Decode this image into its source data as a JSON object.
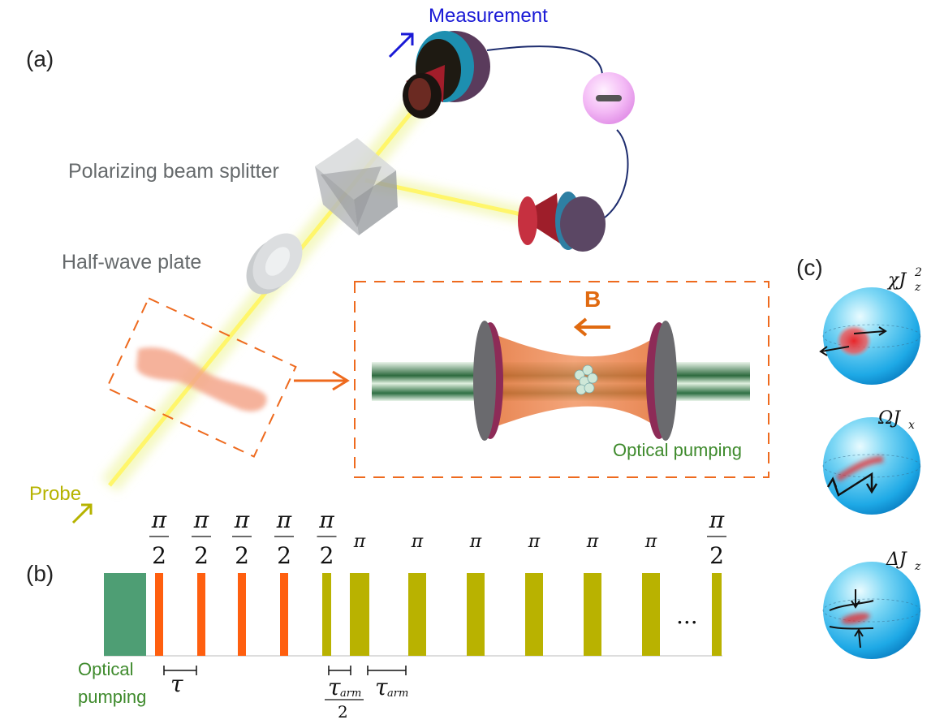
{
  "panels": {
    "a": "(a)",
    "b": "(b)",
    "c": "(c)"
  },
  "setup": {
    "measurement": "Measurement",
    "beam_splitter": "Polarizing beam splitter",
    "half_wave_plate": "Half-wave plate",
    "probe": "Probe",
    "field": "B",
    "optical_pumping": "Optical pumping"
  },
  "sequence": {
    "pi": "π",
    "two": "2",
    "ellipsis": "...",
    "tau": "τ",
    "tau_arm_sub": "arm",
    "optical_pumping_line1": "Optical",
    "optical_pumping_line2": "pumping",
    "pulses": [
      {
        "kind": "pump",
        "label": ""
      },
      {
        "kind": "orange",
        "label": "π/2"
      },
      {
        "kind": "orange",
        "label": "π/2"
      },
      {
        "kind": "orange",
        "label": "π/2"
      },
      {
        "kind": "orange",
        "label": "π/2"
      },
      {
        "kind": "olive",
        "label": "π/2"
      },
      {
        "kind": "olive",
        "label": "π"
      },
      {
        "kind": "olive",
        "label": "π"
      },
      {
        "kind": "olive",
        "label": "π"
      },
      {
        "kind": "olive",
        "label": "π"
      },
      {
        "kind": "olive",
        "label": "π"
      },
      {
        "kind": "olive",
        "label": "π"
      },
      {
        "kind": "olive",
        "label": "π/2"
      }
    ]
  },
  "spheres": {
    "chi_main": "χJ",
    "chi_sub": "z",
    "chi_sup": "2",
    "omega_main": "ΩJ",
    "omega_sub": "x",
    "delta_main": "ΔJ",
    "delta_sub": "z"
  },
  "colors": {
    "pump_green": "#4e9e74",
    "orange_pulse": "#ff5f0f",
    "olive_pulse": "#b9b200",
    "beam_yellow": "#f4f08a",
    "dashed_orange": "#ee6a1e"
  }
}
